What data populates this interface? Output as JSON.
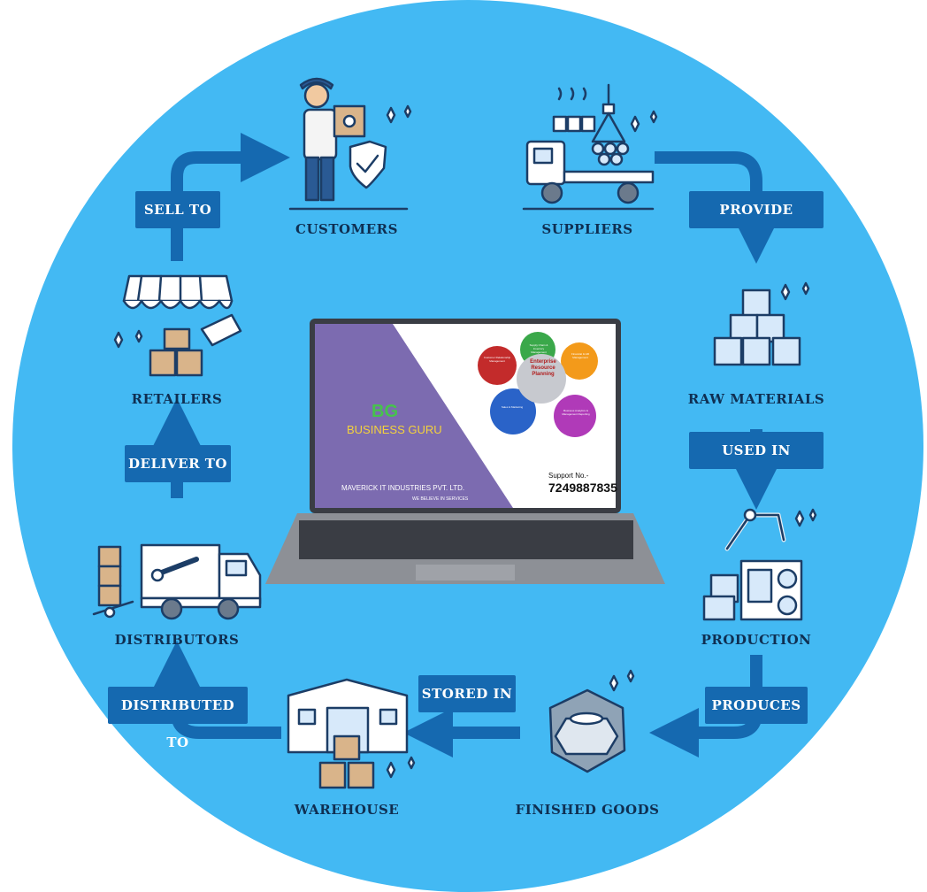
{
  "nodes": {
    "customers": "CUSTOMERS",
    "suppliers": "SUPPLIERS",
    "raw_materials": "RAW MATERIALS",
    "production": "PRODUCTION",
    "finished_goods": "FINISHED GOODS",
    "warehouse": "WAREHOUSE",
    "distributors": "DISTRIBUTORS",
    "retailers": "RETAILERS"
  },
  "edges": {
    "sell_to": "SELL TO",
    "provide": "PROVIDE",
    "used_in": "USED IN",
    "produces": "PRODUCES",
    "stored_in": "STORED IN",
    "distributed_to": "DISTRIBUTED TO",
    "deliver_to": "DELIVER TO"
  },
  "laptop_screen": {
    "logo_short": "BG",
    "logo_name": "BUSINESS GURU",
    "company": "MAVERICK IT INDUSTRIES PVT. LTD.",
    "tagline": "WE BELIEVE IN SERVICES",
    "support_label": "Support No.-",
    "support_number": "7249887835",
    "erp_center": "Enterprise Resource Planning",
    "erp_pieces": [
      "Supply Chain & Inventory Management",
      "Financial & HR Management",
      "Business Analytics & Management Reporting",
      "Sales & Marketing",
      "Customer Relationship Management"
    ]
  },
  "colors": {
    "circle": "#43b9f3",
    "edge_box": "#1569b0",
    "node_text": "#0f2f52",
    "screen_left": "#7c6bb0"
  }
}
